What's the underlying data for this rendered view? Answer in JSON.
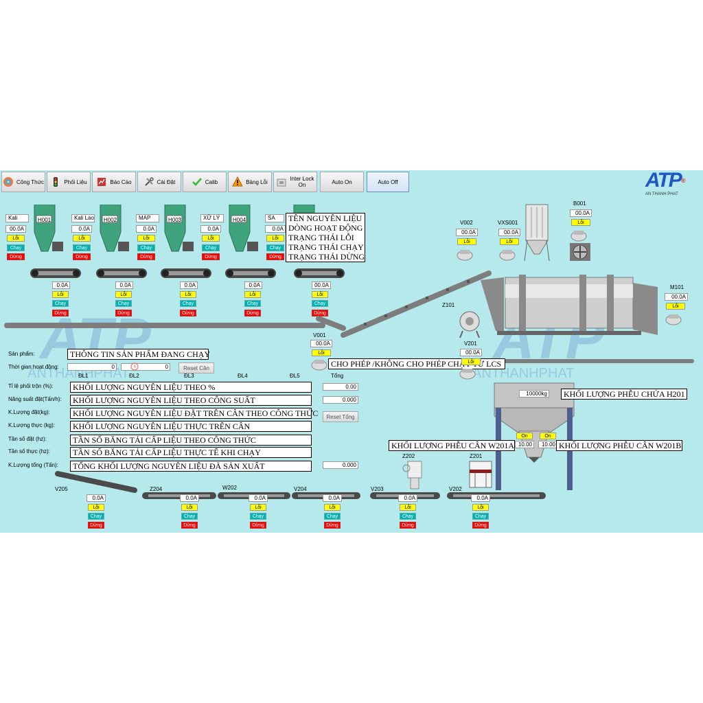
{
  "toolbar": {
    "cong_thuc": "Công Thức",
    "phoi_lieu": "Phối Liệu",
    "bao_cao": "Báo Cáo",
    "cai_dat": "Cài Đặt",
    "calib": "Calib",
    "bang_loi": "Bảng Lỗi",
    "interlock_line1": "Inter Lock",
    "interlock_line2": "On",
    "auto_on": "Auto On",
    "auto_off": "Auto Off"
  },
  "logo": {
    "text": "ATP",
    "mark": "®",
    "sub": "AN THANH PHAT"
  },
  "status_words": {
    "loi": "Lỗi",
    "chay": "Chạy",
    "dung": "Dừng"
  },
  "hoppers": [
    {
      "name": "Kali",
      "tag": "H001",
      "value": "00.0A",
      "belt_value": "0.0A"
    },
    {
      "name": "Kali Lao",
      "tag": "H002",
      "value": "0.0A",
      "belt_value": "0.0A"
    },
    {
      "name": "MAP",
      "tag": "H003",
      "value": "0.0A",
      "belt_value": "0.0A"
    },
    {
      "name": "XỬ LÝ",
      "tag": "H004",
      "value": "0.0A",
      "belt_value": "0.0A"
    },
    {
      "name": "SA",
      "tag": "",
      "value": "0.0A",
      "belt_value": "00.0A"
    }
  ],
  "legend_notes": {
    "l1": "TÊN NGUYÊN LIỆU",
    "l2": "DÒNG HOẠT ĐỘNG",
    "l3": "TRẠNG THÁI LỖI",
    "l4": "TRẠNG THÁI CHẠY",
    "l5": "TRẠNG THÁI DỪNG"
  },
  "equipment": {
    "v002": {
      "tag": "V002",
      "value": "00.0A"
    },
    "vxs001": {
      "tag": "VXS001",
      "value": "00.0A"
    },
    "b001": {
      "tag": "B001",
      "value": "00.0A"
    },
    "m101": {
      "tag": "M101",
      "value": "00.0A"
    },
    "z101": {
      "tag": "Z101"
    },
    "v001": {
      "tag": "V001",
      "value": "00.0A"
    },
    "v201": {
      "tag": "V201",
      "value": "00.0A"
    },
    "h201_weight": "10000kg",
    "w201a_on": "On",
    "w201b_on": "On",
    "w201a_value": "10.00",
    "w201b_value": "10.00"
  },
  "product": {
    "san_pham_label": "Sản phẩm:",
    "thoi_gian_label": "Thời gian hoạt động:",
    "time_val1": "0",
    "time_val2": "0",
    "reset_can": "Reset Cân",
    "reset_tong": "Reset Tổng"
  },
  "columns": [
    "ĐL1",
    "ĐL2",
    "ĐL3",
    "ĐL4",
    "ĐL5",
    "Tổng"
  ],
  "rows": [
    {
      "label": "Tỉ lệ phối trộn (%):",
      "note": "KHỐI LƯỢNG NGUYÊN LIỆU THEO %",
      "total": "0.00"
    },
    {
      "label": "Năng suất đặt(Tấn/h):",
      "note": "KHỐI LƯỢNG NGUYÊN LIỆU THEO CÔNG SUẤT",
      "total": "0.000"
    },
    {
      "label": "K.Lượng đặt(kg):",
      "note": "KHỐI LƯỢNG NGUYÊN LIỆU ĐẶT TRÊN CÂN THEO CÔNG THỨC",
      "total": ""
    },
    {
      "label": "K.Lượng thực (kg):",
      "note": "KHỐI LƯỢNG NGUYÊN LIỆU THỰC TRÊN CÂN",
      "total": ""
    },
    {
      "label": "Tần số đặt (hz):",
      "note": "TẦN SỐ BĂNG TẢI CẤP LIỆU THEO CÔNG THỨC",
      "total": ""
    },
    {
      "label": "Tần số thực (hz):",
      "note": "TẦN SỐ BĂNG TẢI CẤP LIỆU THỰC TẾ KHI CHẠY",
      "total": ""
    },
    {
      "label": "K.Lượng tổng (Tấn):",
      "note": "TỔNG KHỐI LƯỢNG NGUYÊN LIỆU ĐÃ SẢN XUẤT",
      "total": "0.000"
    }
  ],
  "notes": {
    "thong_tin": "THÔNG TIN SẢN PHẨM ĐANG CHẠY",
    "cho_phep": "CHO PHÉP /KHÔNG CHO PHÉP CHẠY TỪ LCS",
    "phieu_chua": "KHỐI LƯỢNG PHỄU CHỨA H201",
    "phieu_can_a": "KHỐI LƯỢNG PHỄU CÂN W201A",
    "phieu_can_b": "KHỐI LƯỢNG PHỄU CÂN W201B"
  },
  "bottom_units": [
    {
      "tag": "V205",
      "value": "0.0A"
    },
    {
      "tag": "Z204",
      "value": "0.0A"
    },
    {
      "tag": "W202",
      "value": "0.0A"
    },
    {
      "tag": "V204",
      "value": "0.0A"
    },
    {
      "tag": "V203",
      "value": "0.0A"
    },
    {
      "tag": "V202",
      "value": "0.0A"
    }
  ],
  "extra_tags": {
    "z202": "Z202",
    "z201": "Z201"
  },
  "watermark": {
    "mark": "ATP",
    "text": "ANTHANHPHAT"
  }
}
